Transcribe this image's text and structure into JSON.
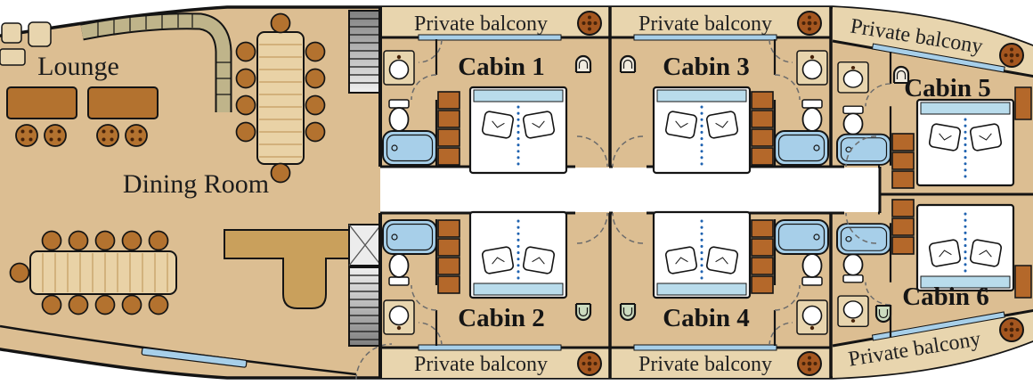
{
  "deck_plan": {
    "lounge_label": "Lounge",
    "dining_room_label": "Dining Room",
    "balcony_label": "Private balcony",
    "cabins": [
      {
        "label": "Cabin 1"
      },
      {
        "label": "Cabin 2"
      },
      {
        "label": "Cabin 3"
      },
      {
        "label": "Cabin 4"
      },
      {
        "label": "Cabin 5"
      },
      {
        "label": "Cabin 6"
      }
    ],
    "colors": {
      "floor": "#dcbe92",
      "balcony_floor": "#e8d5ae",
      "accent_blue": "#a7cfe9",
      "bed_strip": "#b9dcec",
      "dot_blue": "#1f62b0",
      "table_brown": "#b3722f",
      "furniture_brown": "#b4682a",
      "counter_tan": "#c9a05c",
      "plank": "#e9d2a6",
      "plank_line": "#c49d62",
      "porthole_brown": "#a4561f",
      "dot_dark": "#47230a",
      "olive": "#bfb48a",
      "pale_green": "#ccdcc0",
      "chair_white": "#f1ece0",
      "outline": "#141414",
      "white": "#ffffff"
    }
  }
}
